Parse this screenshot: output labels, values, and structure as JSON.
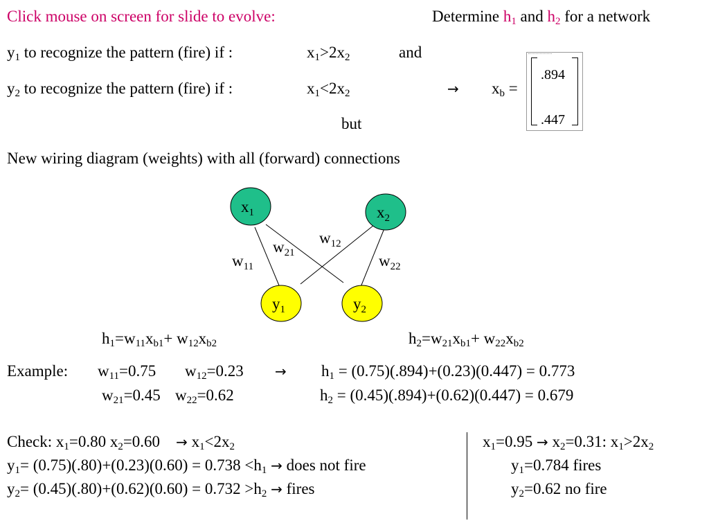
{
  "header": {
    "instruction": "Click mouse on screen for slide to evolve:",
    "determine_pre": "Determine ",
    "h1": "h",
    "h1_sub": "1",
    "and": " and ",
    "h2": "h",
    "h2_sub": "2",
    "post": " for a network"
  },
  "conditions": {
    "y1_text": "y",
    "y1_sub": "1",
    "y1_rest": " to recognize the pattern (fire) if :",
    "y1_cond_a": "x",
    "y1_cond_a_sub": "1",
    "y1_cond_op": ">2x",
    "y1_cond_b_sub": "2",
    "and_word": "and",
    "y2_text": "y",
    "y2_sub": "2",
    "y2_rest": " to recognize the pattern (fire) if :",
    "y2_cond_a": "x",
    "y2_cond_a_sub": "1",
    "y2_cond_op": "<2x",
    "y2_cond_b_sub": "2",
    "arrow": "→",
    "xb_label": "x",
    "xb_sub": "b",
    "xb_eq": " =",
    "but_word": "but"
  },
  "matrix": {
    "v1": ".894",
    "v2": ".447"
  },
  "wiring_heading": "New wiring diagram (weights) with all (forward) connections",
  "network": {
    "input_color": "#1fbf8a",
    "output_color": "#ffff00",
    "nodes": {
      "x1": {
        "name": "x",
        "sub": "1"
      },
      "x2": {
        "name": "x",
        "sub": "2"
      },
      "y1": {
        "name": "y",
        "sub": "1"
      },
      "y2": {
        "name": "y",
        "sub": "2"
      }
    },
    "weights": {
      "w11": {
        "name": "w",
        "sub": "11"
      },
      "w21": {
        "name": "w",
        "sub": "21"
      },
      "w12": {
        "name": "w",
        "sub": "12"
      },
      "w22": {
        "name": "w",
        "sub": "22"
      }
    }
  },
  "formulas": {
    "h1_formula": {
      "a": "h",
      "a_sub": "1",
      "b": "=w",
      "b_sub": "11",
      "c": "x",
      "c_sub": "b1",
      "d": "+ w",
      "d_sub": "12",
      "e": "x",
      "e_sub": "b2"
    },
    "h2_formula": {
      "a": "h",
      "a_sub": "2",
      "b": "=w",
      "b_sub": "21",
      "c": "x",
      "c_sub": "b1",
      "d": "+ w",
      "d_sub": "22",
      "e": "x",
      "e_sub": "b2"
    }
  },
  "example": {
    "label": "Example:",
    "w11_label": "w",
    "w11_sub": "11",
    "w11_val": "=0.75",
    "w12_label": "w",
    "w12_sub": "12",
    "w12_val": "=0.23",
    "w21_label": "w",
    "w21_sub": "21",
    "w21_val": "=0.45",
    "w22_label": "w",
    "w22_sub": "22",
    "w22_val": "=0.62",
    "arrow": "→",
    "h1_label": "h",
    "h1_sub": "1",
    "h1_expr": " = (0.75)(.894)+(0.23)(0.447) = 0.773",
    "h2_label": "h",
    "h2_sub": "2",
    "h2_expr": " = (0.45)(.894)+(0.62)(0.447) = 0.679"
  },
  "check": {
    "label": "Check: x",
    "x1_sub": "1",
    "x1_val": "=0.80   x",
    "x2_sub": "2",
    "x2_val": "=0.60",
    "arrow": "→",
    "res_a": " x",
    "res_a_sub": "1",
    "res_op": "<2x",
    "res_b_sub": "2",
    "y1_a": "y",
    "y1_sub": "1",
    "y1_expr": "= (0.75)(.80)+(0.23)(0.60) = 0.738 <h",
    "y1_h_sub": "1",
    "y1_result": " does not fire",
    "y2_a": "y",
    "y2_sub": "2",
    "y2_expr": "= (0.45)(.80)+(0.62)(0.60) = 0.732 >h",
    "y2_h_sub": "2",
    "y2_result": " fires"
  },
  "check2": {
    "line1_a": "x",
    "line1_a_sub": "1",
    "line1_a_val": "=0.95 ",
    "arrow": "→",
    "line1_b": " x",
    "line1_b_sub": "2",
    "line1_b_val": "=0.31: x",
    "line1_c_sub": "1",
    "line1_c_op": ">2x",
    "line1_d_sub": "2",
    "line2_a": "y",
    "line2_sub": "1",
    "line2_val": "=0.784  fires",
    "line3_a": "y",
    "line3_sub": "2",
    "line3_val": "=0.62    no fire"
  }
}
